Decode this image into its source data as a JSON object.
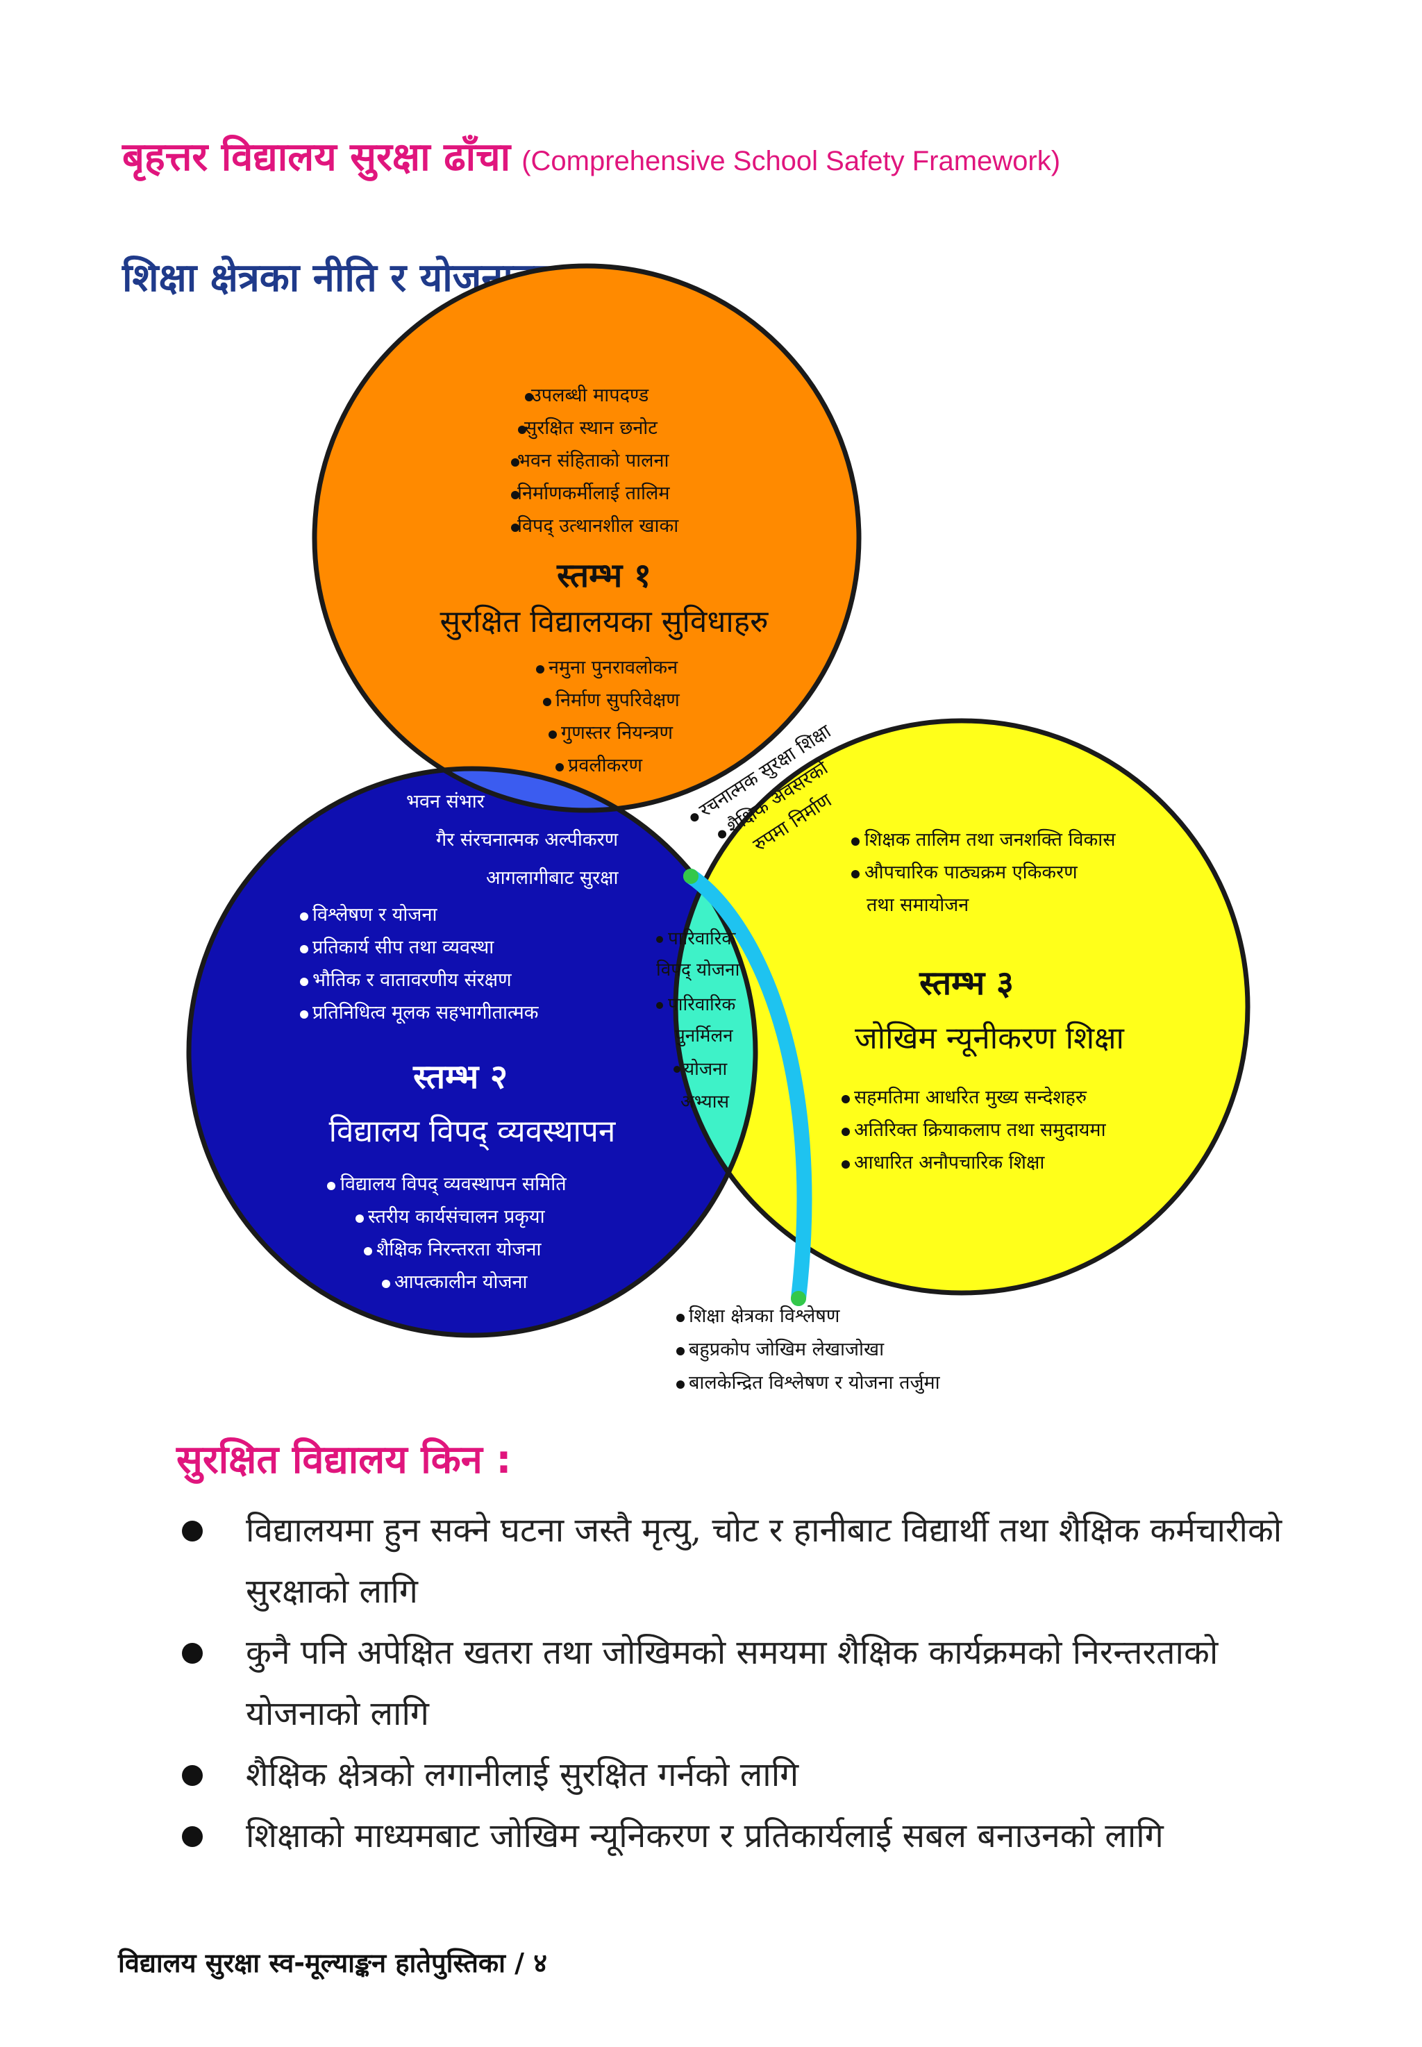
{
  "header": {
    "title": "बृहत्तर विद्यालय सुरक्षा ढाँचा",
    "title_en": "(Comprehensive School Safety Framework)",
    "subtitle": "शिक्षा क्षेत्रका नीति र योजनाहरू"
  },
  "colors": {
    "accent_pink": "#e0157d",
    "heading_blue": "#1f3a8a",
    "pillar1": "#ff8a00",
    "pillar2": "#0f0fb0",
    "pillar3": "#ffff1a",
    "overlap_1_2": "#3b5cf0",
    "overlap_1_3": "#e5728f",
    "overlap_2_3": "#3ef2c8",
    "overlap_all": "#0d3d4a",
    "connector": "#1ec3f0"
  },
  "venn": {
    "pillar1": {
      "top_items": [
        "उपलब्धी मापदण्ड",
        "सुरक्षित स्थान छनोट",
        "भवन संहिताको पालना",
        "निर्माणकर्मीलाई तालिम",
        "विपद् उत्थानशील खाका"
      ],
      "label": "स्तम्भ १",
      "name": "सुरक्षित विद्यालयका सुविधाहरु",
      "bottom_items": [
        "नमुना पुनरावलोकन",
        "निर्माण सुपरिवेक्षण",
        "गुणस्तर नियन्त्रण",
        "प्रवलीकरण"
      ]
    },
    "overlap_1_2": [
      "भवन संभार",
      "गैर संरचनात्मक अल्पीकरण",
      "आगलागीबाट सुरक्षा"
    ],
    "overlap_1_3": [
      "रचनात्मक सुरक्षा शिक्षा",
      "शैक्षिक अवसरको",
      "रुपमा निर्माण"
    ],
    "pillar2": {
      "top_items": [
        "विश्लेषण र योजना",
        "प्रतिकार्य सीप तथा व्यवस्था",
        "भौतिक र वातावरणीय संरक्षण",
        "प्रतिनिधित्व मूलक सहभागीतात्मक"
      ],
      "label": "स्तम्भ २",
      "name": "विद्यालय विपद् व्यवस्थापन",
      "bottom_items": [
        "विद्यालय विपद् व्यवस्थापन समिति",
        "स्तरीय कार्यसंचालन प्रकृया",
        "शैक्षिक निरन्तरता योजना",
        "आपत्कालीन योजना"
      ]
    },
    "overlap_2_3": [
      "पारिवारिक",
      "विपद् योजना",
      "पारिवारिक",
      "पुनर्मिलन",
      "योजना",
      "अभ्यास"
    ],
    "pillar3": {
      "top_items": [
        "शिक्षक तालिम तथा जनशक्ति विकास",
        "औपचारिक पाठ्यक्रम एकिकरण",
        "तथा समायोजन"
      ],
      "label": "स्तम्भ ३",
      "name": "जोखिम न्यूनीकरण शिक्षा",
      "bottom_items": [
        "सहमतिमा आधरित मुख्य सन्देशहरु",
        "अतिरिक्त क्रियाकलाप तथा समुदायमा",
        "आधारित अनौपचारिक शिक्षा"
      ]
    },
    "center_items": [
      "शिक्षा क्षेत्रका विश्लेषण",
      "बहुप्रकोप जोखिम लेखाजोखा",
      "बालकेन्द्रित विश्लेषण र योजना तर्जुमा"
    ]
  },
  "why": {
    "title": "सुरक्षित विद्यालय किन :",
    "items": [
      "विद्यालयमा हुन सक्ने घटना जस्तै मृत्यु, चोट र हानीबाट विद्यार्थी तथा शैक्षिक कर्मचारीको सुरक्षाको लागि",
      "कुनै पनि अपेक्षित खतरा तथा जोखिमको समयमा शैक्षिक कार्यक्रमको निरन्तरताको योजनाको लागि",
      "शैक्षिक क्षेत्रको लगानीलाई सुरक्षित गर्नको लागि",
      "शिक्षाको माध्यमबाट जोखिम न्यूनिकरण र प्रतिकार्यलाई सबल बनाउनको लागि"
    ]
  },
  "footer": {
    "text": "विद्यालय सुरक्षा स्व-मूल्याङ्कन हातेपुस्तिका / ४"
  }
}
